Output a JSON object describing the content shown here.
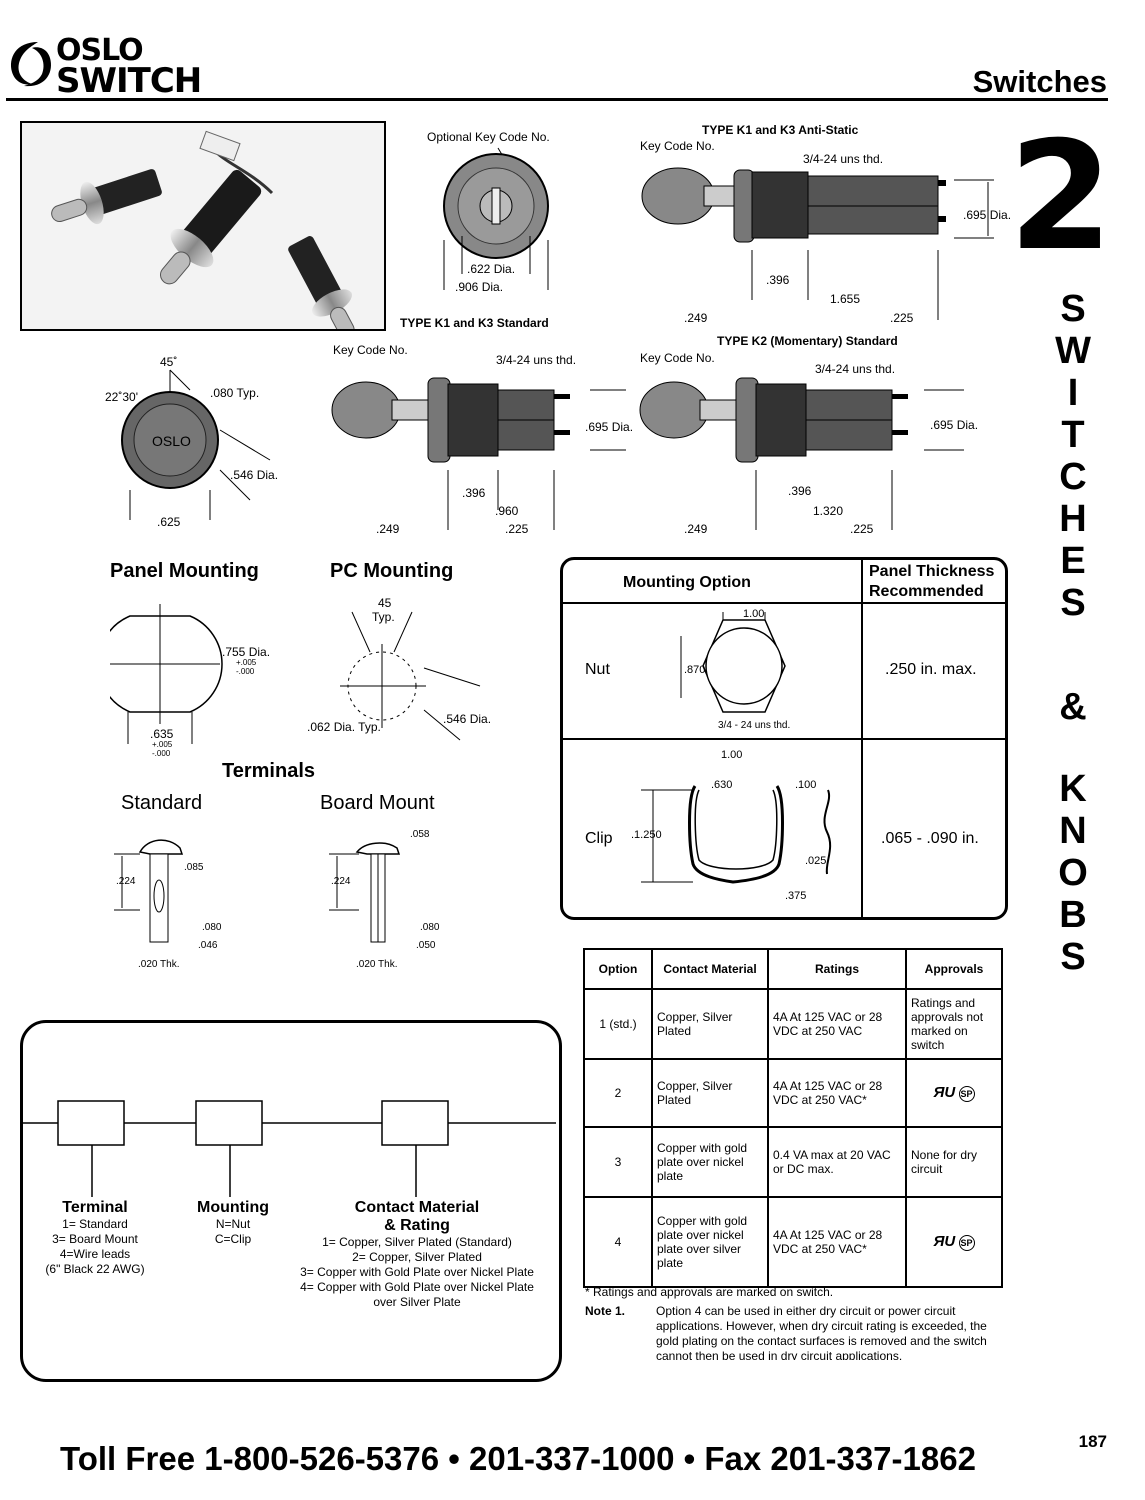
{
  "header": {
    "logo_line1": "OSLO",
    "logo_line2": "SWITCH",
    "title": "Switches"
  },
  "section": {
    "number": "2",
    "vertical_letters": [
      "S",
      "W",
      "I",
      "T",
      "C",
      "H",
      "E",
      "S",
      "&",
      "K",
      "N",
      "O",
      "B",
      "S"
    ]
  },
  "drawings": {
    "front_view": {
      "optional_key_code": "Optional Key Code No.",
      "dim_622": ".622 Dia.",
      "dim_906": ".906 Dia."
    },
    "antistatic": {
      "title": "TYPE K1 and K3 Anti-Static",
      "key_code": "Key Code No.",
      "thread": "3/4-24 uns thd.",
      "dia": ".695 Dia.",
      "d396": ".396",
      "d1655": "1.655",
      "d249": ".249",
      "d225": ".225"
    },
    "k1k3_standard": {
      "title": "TYPE K1 and K3 Standard",
      "key_code": "Key Code No.",
      "thread": "3/4-24 uns thd.",
      "dia": ".695 Dia.",
      "d396": ".396",
      "d960": ".960",
      "d249": ".249",
      "d225": ".225"
    },
    "k2_momentary": {
      "title": "TYPE K2 (Momentary) Standard",
      "key_code": "Key Code No.",
      "thread": "3/4-24 uns thd.",
      "dia": ".695 Dia.",
      "d396": ".396",
      "d1320": "1.320",
      "d249": ".249",
      "d225": ".225"
    },
    "rear_view": {
      "angle45": "45˚",
      "angle22": "22˚30'",
      "d080": ".080 Typ.",
      "d546": ".546 Dia.",
      "d625": ".625",
      "brand": "OSLO"
    }
  },
  "panel_mounting": {
    "title": "Panel Mounting",
    "dia": ".755 Dia.",
    "dia_tol_plus": "+.005",
    "dia_tol_minus": "-.000",
    "width": ".635",
    "w_tol_plus": "+.005",
    "w_tol_minus": "-.000"
  },
  "pc_mounting": {
    "title": "PC Mounting",
    "angle": "45",
    "typ": "Typ.",
    "hole": ".062 Dia. Typ.",
    "dia": ".546 Dia."
  },
  "terminals": {
    "title": "Terminals",
    "standard": {
      "label": "Standard",
      "d224": ".224",
      "d085": ".085",
      "d080": ".080",
      "d046": ".046",
      "thk": ".020 Thk."
    },
    "board_mount": {
      "label": "Board Mount",
      "d058": ".058",
      "d224": ".224",
      "d080": ".080",
      "d050": ".050",
      "thk": ".020 Thk."
    }
  },
  "mounting_table": {
    "col1": "Mounting Option",
    "col2_line1": "Panel Thickness",
    "col2_line2": "Recommended",
    "rows": [
      {
        "option": "Nut",
        "thickness": ".250 in. max.",
        "d100": "1.00",
        "d870": ".870",
        "thread": "3/4 - 24 uns thd."
      },
      {
        "option": "Clip",
        "thickness": ".065 - .090 in.",
        "d100": "1.00",
        "d630": ".630",
        "d1250": ".1.250",
        "d100b": ".100",
        "d025": ".025",
        "d375": ".375"
      }
    ]
  },
  "ratings_table": {
    "headers": [
      "Option",
      "Contact Material",
      "Ratings",
      "Approvals"
    ],
    "rows": [
      {
        "option": "1 (std.)",
        "material": "Copper, Silver Plated",
        "rating": "4A At 125 VAC or 28 VDC at 250 VAC",
        "approvals": "Ratings and approvals not marked on switch"
      },
      {
        "option": "2",
        "material": "Copper, Silver Plated",
        "rating": "4A At 125 VAC or 28 VDC at 250 VAC*",
        "approvals": "UL CSA"
      },
      {
        "option": "3",
        "material": "Copper with gold plate over nickel plate",
        "rating": "0.4 VA max at 20 VAC or DC max.",
        "approvals": "None for dry circuit"
      },
      {
        "option": "4",
        "material": "Copper with gold plate over nickel plate over silver plate",
        "rating": "4A At 125 VAC or 28 VDC at 250 VAC*",
        "approvals": "UL CSA"
      }
    ],
    "footnote": "* Ratings and approvals are marked on switch.",
    "note_label": "Note 1.",
    "note_text": "Option 4 can be used in either dry circuit or power circuit applications. However, when dry circuit rating is exceeded, the gold plating on the contact surfaces is removed and the switch cannot then be used in dry circuit applications."
  },
  "ordering": {
    "terminal": {
      "title": "Terminal",
      "l1": "1=  Standard",
      "l2": "3= Board Mount",
      "l3": "4=Wire leads",
      "l4": "(6\" Black 22 AWG)"
    },
    "mounting": {
      "title": "Mounting",
      "l1": "N=Nut",
      "l2": "C=Clip"
    },
    "contact": {
      "title1": "Contact Material",
      "title2": "& Rating",
      "l1": "1= Copper, Silver Plated (Standard)",
      "l2": "2= Copper, Silver Plated",
      "l3": "3= Copper with Gold Plate over Nickel Plate",
      "l4": "4= Copper with Gold Plate over Nickel Plate",
      "l5": "over Silver Plate"
    }
  },
  "footer": {
    "page": "187",
    "contact": "Toll Free 1-800-526-5376  •  201-337-1000  •  Fax 201-337-1862"
  }
}
